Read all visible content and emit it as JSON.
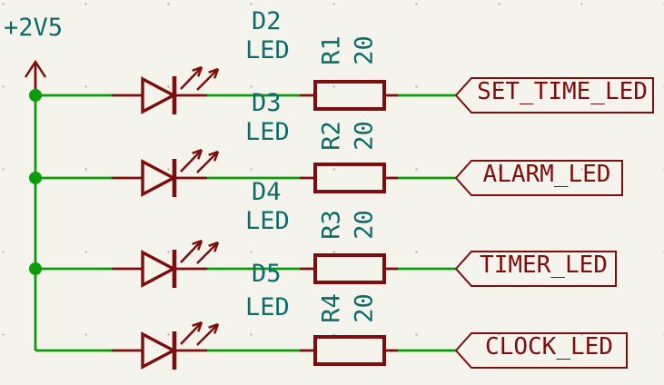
{
  "app": "schematic-editor-canvas",
  "colors": {
    "bg": "#F5F4EC",
    "wire": "#0A9C0A",
    "symbol": "#7E0D0D",
    "field": "#0E6B6B",
    "grid": "#C7C7BD"
  },
  "power": {
    "net": "+2V5"
  },
  "rows": [
    {
      "led_ref": "D2",
      "led_value": "LED",
      "res_ref": "R1",
      "res_value": "20",
      "net_label": "SET_TIME_LED"
    },
    {
      "led_ref": "D3",
      "led_value": "LED",
      "res_ref": "R2",
      "res_value": "20",
      "net_label": "ALARM_LED"
    },
    {
      "led_ref": "D4",
      "led_value": "LED",
      "res_ref": "R3",
      "res_value": "20",
      "net_label": "TIMER_LED"
    },
    {
      "led_ref": "D5",
      "led_value": "LED",
      "res_ref": "R4",
      "res_value": "20",
      "net_label": "CLOCK_LED"
    }
  ]
}
